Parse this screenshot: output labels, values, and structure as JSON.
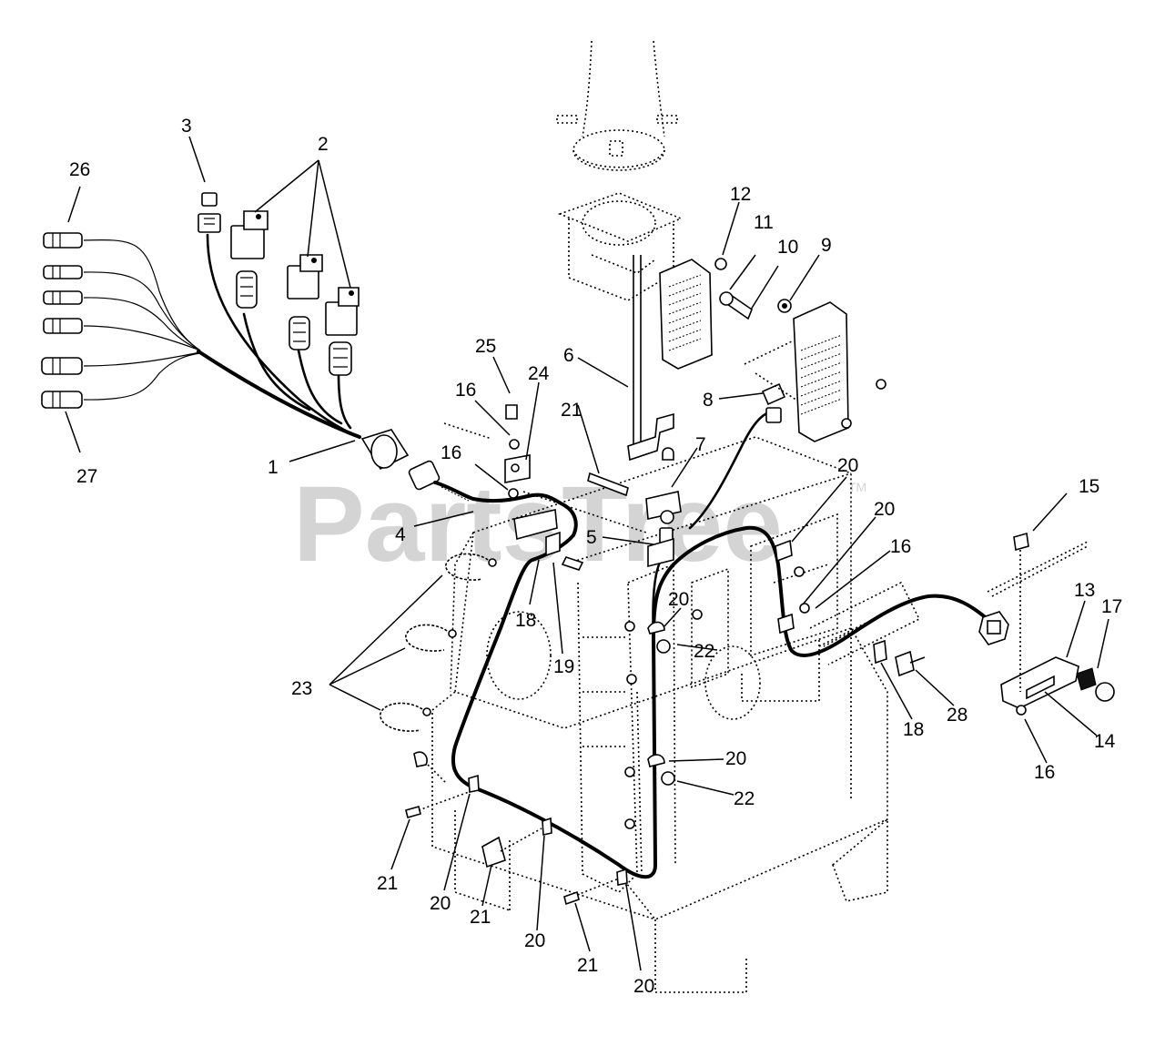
{
  "watermark": {
    "text": "PartsTree",
    "trademark": "TM"
  },
  "callouts": [
    {
      "id": "c-26",
      "label": "26"
    },
    {
      "id": "c-27",
      "label": "27"
    },
    {
      "id": "c-3",
      "label": "3"
    },
    {
      "id": "c-2",
      "label": "2"
    },
    {
      "id": "c-1",
      "label": "1"
    },
    {
      "id": "c-25",
      "label": "25"
    },
    {
      "id": "c-24",
      "label": "24"
    },
    {
      "id": "c-16a",
      "label": "16"
    },
    {
      "id": "c-16b",
      "label": "16"
    },
    {
      "id": "c-4",
      "label": "4"
    },
    {
      "id": "c-6",
      "label": "6"
    },
    {
      "id": "c-21a",
      "label": "21"
    },
    {
      "id": "c-7",
      "label": "7"
    },
    {
      "id": "c-5",
      "label": "5"
    },
    {
      "id": "c-12",
      "label": "12"
    },
    {
      "id": "c-11",
      "label": "11"
    },
    {
      "id": "c-10",
      "label": "10"
    },
    {
      "id": "c-9",
      "label": "9"
    },
    {
      "id": "c-8",
      "label": "8"
    },
    {
      "id": "c-20a",
      "label": "20"
    },
    {
      "id": "c-20b",
      "label": "20"
    },
    {
      "id": "c-16c",
      "label": "16"
    },
    {
      "id": "c-15",
      "label": "15"
    },
    {
      "id": "c-13",
      "label": "13"
    },
    {
      "id": "c-17",
      "label": "17"
    },
    {
      "id": "c-14",
      "label": "14"
    },
    {
      "id": "c-16d",
      "label": "16"
    },
    {
      "id": "c-18a",
      "label": "18"
    },
    {
      "id": "c-19",
      "label": "19"
    },
    {
      "id": "c-20c",
      "label": "20"
    },
    {
      "id": "c-22a",
      "label": "22"
    },
    {
      "id": "c-18b",
      "label": "18"
    },
    {
      "id": "c-28",
      "label": "28"
    },
    {
      "id": "c-23",
      "label": "23"
    },
    {
      "id": "c-20d",
      "label": "20"
    },
    {
      "id": "c-22b",
      "label": "22"
    },
    {
      "id": "c-21b",
      "label": "21"
    },
    {
      "id": "c-20e",
      "label": "20"
    },
    {
      "id": "c-21c",
      "label": "21"
    },
    {
      "id": "c-20f",
      "label": "20"
    },
    {
      "id": "c-21d",
      "label": "21"
    },
    {
      "id": "c-20g",
      "label": "20"
    }
  ]
}
